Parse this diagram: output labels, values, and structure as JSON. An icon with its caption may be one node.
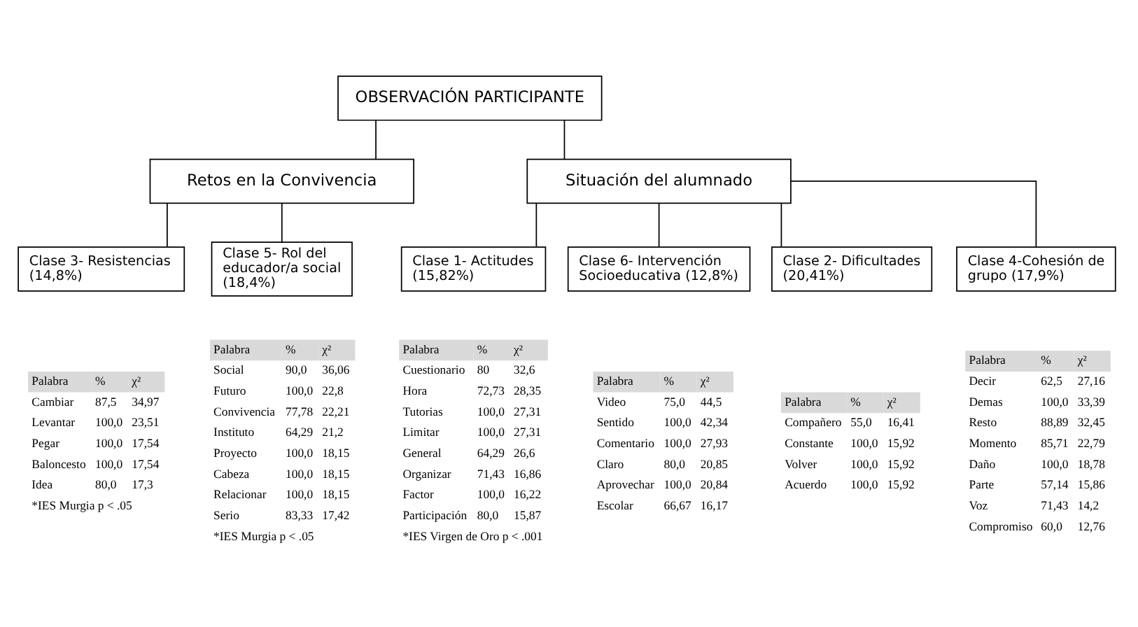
{
  "diagram": {
    "nodes": [
      {
        "text": [
          "OBSERVACIÓN PARTICIPANTE"
        ]
      },
      {
        "text": [
          "Retos en la Convivencia"
        ]
      },
      {
        "text": [
          "Situación del alumnado"
        ]
      },
      {
        "text": [
          "Clase 3- Resistencias (14,8%)"
        ]
      },
      {
        "text": [
          "Clase 5- Rol del educador/a social (18,4%)"
        ]
      },
      {
        "text": [
          "Clase 1- Actitudes (15,82%)"
        ]
      },
      {
        "text": [
          "Clase 6- Intervención Socioeducativa (12,8%)"
        ]
      },
      {
        "text": [
          "Clase 2- Dificultades (20,41%)"
        ]
      },
      {
        "text": [
          "Clase 4-Cohesión de grupo (17,9%)"
        ]
      },
      {
        "text": [
          "Palabra",
          "%",
          "χ²",
          "Cambiar",
          "87,5",
          "34,97",
          "Levantar",
          "100,0",
          "23,51",
          "Pegar",
          "100,0",
          "17,54",
          "Baloncesto",
          "100,0",
          "17,54",
          "Idea",
          "80,0",
          "17,3"
        ],
        "beside": [
          "*IES Murgia p < .05"
        ]
      },
      {
        "text": [
          "Palabra",
          "%",
          "χ²",
          "Social",
          "90,0",
          "36,06",
          "Futuro",
          "100,0",
          "22,8",
          "Convivencia",
          "77,78",
          "22,21",
          "Instituto",
          "64,29",
          "21,2",
          "Proyecto",
          "100,0",
          "18,15",
          "Cabeza",
          "100,0",
          "18,15",
          "Relacionar",
          "100,0",
          "18,15",
          "Serio",
          "83,33",
          "17,42"
        ],
        "beside": [
          "*IES Murgia p < .05"
        ]
      },
      {
        "text": [
          "Palabra",
          "%",
          "χ²",
          "Cuestionario",
          "80",
          "32,6",
          "Hora",
          "72,73",
          "28,35",
          "Tutorias",
          "100,0",
          "27,31",
          "Limitar",
          "100,0",
          "27,31",
          "General",
          "64,29",
          "26,6",
          "Organizar",
          "71,43",
          "16,86",
          "Factor",
          "100,0",
          "16,22",
          "Participación",
          "80,0",
          "15,87"
        ],
        "beside": [
          "*IES Virgen de Oro p < .001"
        ]
      },
      {
        "text": [
          "Palabra",
          "%",
          "χ²",
          "Video",
          "75,0",
          "44,5",
          "Sentido",
          "100,0",
          "42,34",
          "Comentario",
          "100,0",
          "27,93",
          "Claro",
          "80,0",
          "20,85",
          "Aprovechar",
          "100,0",
          "20,84",
          "Escolar",
          "66,67",
          "16,17"
        ]
      },
      {
        "text": [
          "Palabra",
          "%",
          "χ²",
          "Compañero",
          "55,0",
          "16,41",
          "Constante",
          "100,0",
          "15,92",
          "Volver",
          "100,0",
          "15,92",
          "Acuerdo",
          "100,0",
          "15,92"
        ]
      },
      {
        "text": [
          "Palabra",
          "%",
          "χ²",
          "Decir",
          "62,5",
          "27,16",
          "Demas",
          "100,0",
          "33,39",
          "Resto",
          "88,89",
          "32,45",
          "Momento",
          "85,71",
          "22,79",
          "Daño",
          "100,0",
          "18,78",
          "Parte",
          "57,14",
          "15,86",
          "Voz",
          "71,43",
          "14,2",
          "Compromiso",
          "60,0",
          "12,76"
        ]
      }
    ],
    "edges": [
      {
        "from": 0,
        "to": 1,
        "arrow": "none"
      },
      {
        "from": 0,
        "to": 2,
        "arrow": "none"
      },
      {
        "from": 1,
        "to": 3,
        "arrow": "none"
      },
      {
        "from": 1,
        "to": 4,
        "arrow": "none"
      },
      {
        "from": 2,
        "to": 5,
        "arrow": "none"
      },
      {
        "from": 2,
        "to": 6,
        "arrow": "none"
      },
      {
        "from": 2,
        "to": 7,
        "arrow": "none"
      },
      {
        "from": 2,
        "to": 8,
        "arrow": "none"
      }
    ]
  }
}
